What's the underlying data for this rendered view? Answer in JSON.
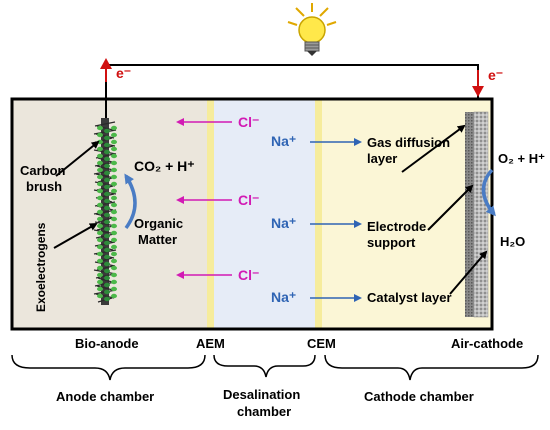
{
  "colors": {
    "anode": "#ebe6dc",
    "desal": "#e6ecf7",
    "cathode": "#fbf6d6",
    "membrane": "#f6ec9c",
    "cl": "#d21ab4",
    "na": "#2f64b4",
    "curve_arrow": "#4a7cc4",
    "electron": "#d01010"
  },
  "electrons": {
    "left": "e⁻",
    "right": "e⁻"
  },
  "ions": {
    "chloride": [
      "Cl⁻",
      "Cl⁻",
      "Cl⁻"
    ],
    "sodium": [
      "Na⁺",
      "Na⁺",
      "Na⁺"
    ]
  },
  "anode_labels": {
    "carbon_brush": [
      "Carbon",
      "brush"
    ],
    "co2": "CO₂ + H⁺",
    "organic_matter": [
      "Organic",
      "Matter"
    ],
    "exoelectrogens": "Exoelectrogens"
  },
  "cathode_labels": {
    "gas_diffusion": [
      "Gas diffusion",
      "layer"
    ],
    "electrode_support": [
      "Electrode",
      "support"
    ],
    "catalyst_layer": "Catalyst layer",
    "o2": "O₂ + H⁺",
    "h2o": "H₂O"
  },
  "bottom_labels": {
    "bio_anode": "Bio-anode",
    "aem": "AEM",
    "cem": "CEM",
    "air_cathode": "Air-cathode"
  },
  "chambers": {
    "anode": "Anode chamber",
    "desalination": [
      "Desalination",
      "chamber"
    ],
    "cathode": "Cathode chamber"
  },
  "icons": [
    "light-bulb-icon"
  ]
}
